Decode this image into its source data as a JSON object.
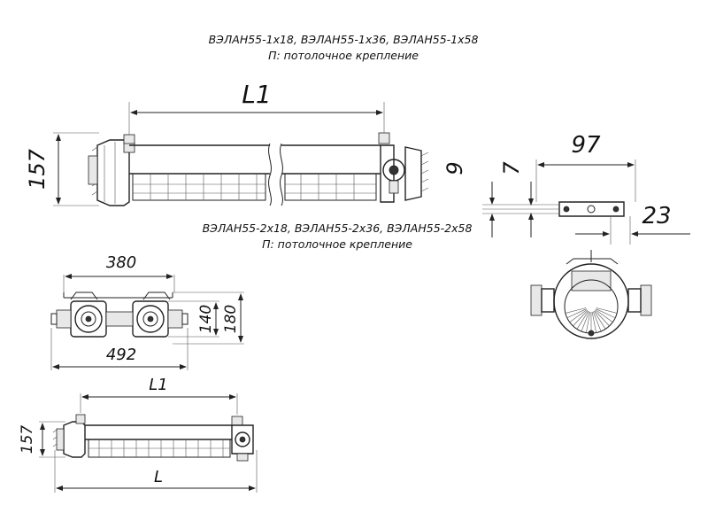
{
  "captions": {
    "top_models": "ВЭЛАН55-1х18, ВЭЛАН55-1х36, ВЭЛАН55-1х58",
    "top_mount": "П: потолочное крепление",
    "mid_models": "ВЭЛАН55-2х18, ВЭЛАН55-2х36, ВЭЛАН55-2х58",
    "mid_mount": "П: потолочное крепление"
  },
  "dimensions": {
    "top_l1": "L1",
    "top_height": "157",
    "bracket_width": "97",
    "bracket_9": "9",
    "bracket_7": "7",
    "bracket_23": "23",
    "twin_380": "380",
    "twin_492": "492",
    "twin_140": "140",
    "twin_180": "180",
    "bottom_l1": "L1",
    "bottom_l": "L",
    "bottom_height": "157"
  },
  "colors": {
    "line": "#222222",
    "text": "#111111",
    "background": "#ffffff"
  }
}
